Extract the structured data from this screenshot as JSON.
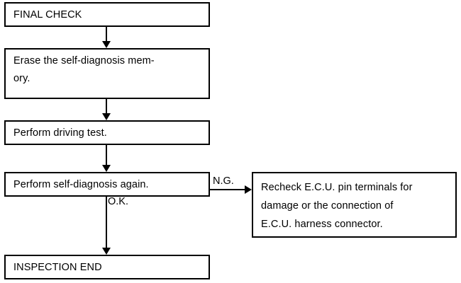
{
  "diagram": {
    "title": "FINAL CHECK",
    "nodes": [
      {
        "id": "final-check",
        "text": "FINAL CHECK"
      },
      {
        "id": "erase-memory",
        "text": "Erase the self-diagnosis mem-\nory."
      },
      {
        "id": "driving-test",
        "text": "Perform driving test."
      },
      {
        "id": "self-diagnosis",
        "text": "Perform self-diagnosis again."
      },
      {
        "id": "recheck-ecu",
        "text": "Recheck E.C.U. pin terminals for\ndamage or the connection of\nE.C.U. harness connector."
      },
      {
        "id": "inspection-end",
        "text": "INSPECTION END"
      }
    ],
    "edge_labels": {
      "ok": "O.K.",
      "ng": "N.G."
    },
    "colors": {
      "stroke": "#000000",
      "fill": "#ffffff",
      "text": "#000000"
    }
  }
}
